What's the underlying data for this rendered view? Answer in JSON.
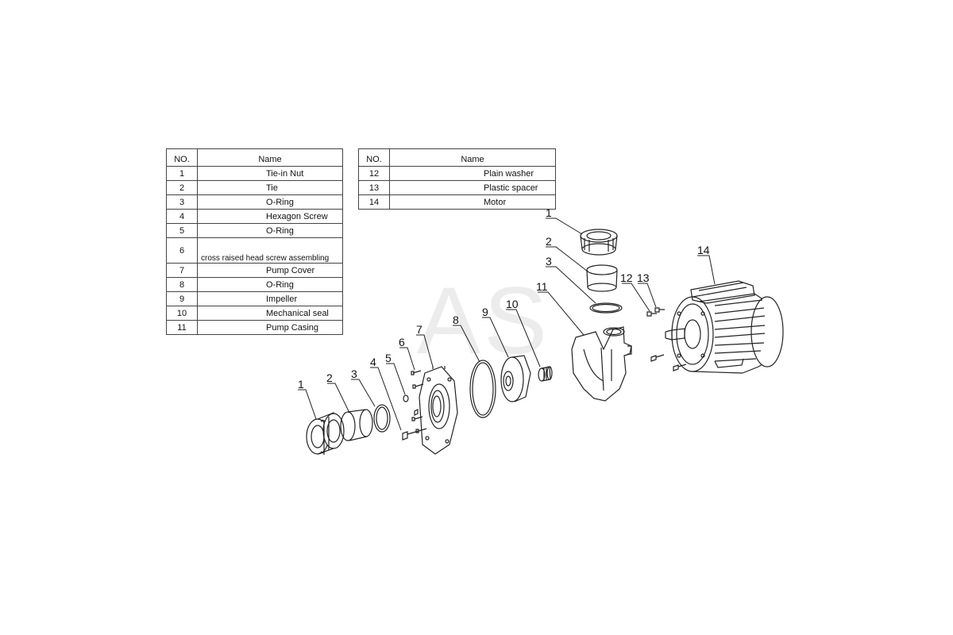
{
  "watermark": "AS",
  "table_left": {
    "headers": [
      "NO.",
      "Name"
    ],
    "rows": [
      {
        "no": "1",
        "name": "Tie-in Nut"
      },
      {
        "no": "2",
        "name": "Tie"
      },
      {
        "no": "3",
        "name": "O-Ring"
      },
      {
        "no": "4",
        "name": "Hexagon Screw"
      },
      {
        "no": "5",
        "name": "O-Ring"
      },
      {
        "no": "6",
        "name": "cross raised head screw assembling"
      },
      {
        "no": "7",
        "name": "Pump Cover"
      },
      {
        "no": "8",
        "name": "O-Ring"
      },
      {
        "no": "9",
        "name": "Impeller"
      },
      {
        "no": "10",
        "name": "Mechanical seal"
      },
      {
        "no": "11",
        "name": "Pump Casing"
      }
    ]
  },
  "table_right": {
    "headers": [
      "NO.",
      "Name"
    ],
    "rows": [
      {
        "no": "12",
        "name": "Plain washer"
      },
      {
        "no": "13",
        "name": "Plastic spacer"
      },
      {
        "no": "14",
        "name": "Motor"
      }
    ]
  },
  "callouts": {
    "c1_left": "1",
    "c2_left": "2",
    "c3_left": "3",
    "c4": "4",
    "c5": "5",
    "c6": "6",
    "c7": "7",
    "c8": "8",
    "c9": "9",
    "c10": "10",
    "c11": "11",
    "c1_upper": "1",
    "c2_upper": "2",
    "c3_upper": "3",
    "c12": "12",
    "c13": "13",
    "c14": "14"
  }
}
